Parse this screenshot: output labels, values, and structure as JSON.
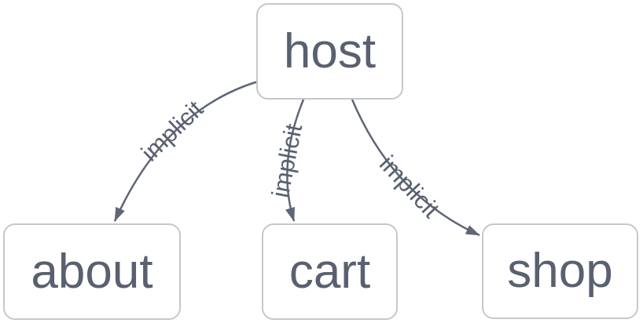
{
  "diagram": {
    "nodes": [
      {
        "id": "host",
        "label": "host"
      },
      {
        "id": "about",
        "label": "about"
      },
      {
        "id": "cart",
        "label": "cart"
      },
      {
        "id": "shop",
        "label": "shop"
      }
    ],
    "edges": [
      {
        "from": "host",
        "to": "about",
        "label": "implicit"
      },
      {
        "from": "host",
        "to": "cart",
        "label": "implicit"
      },
      {
        "from": "host",
        "to": "shop",
        "label": "implicit"
      }
    ],
    "colors": {
      "background": "#ffffff",
      "node_fill": "#ffffff",
      "node_border": "#c6c7ca",
      "node_text": "#596070",
      "edge_stroke": "#5f6676",
      "edge_label_text": "#596070",
      "arrowhead": "#5f6676"
    }
  }
}
